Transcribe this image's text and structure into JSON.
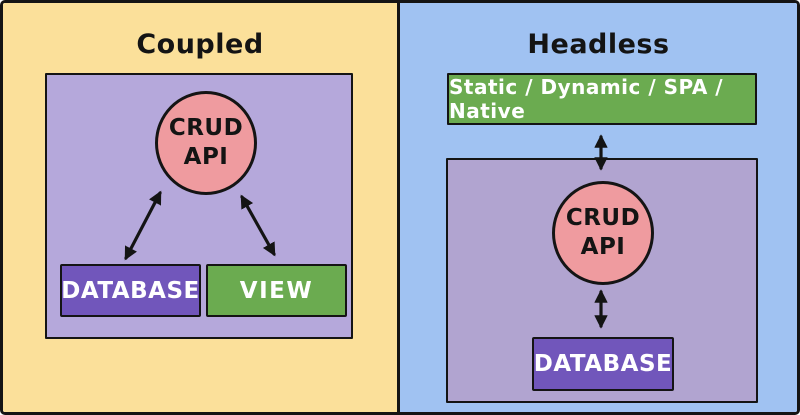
{
  "left_panel": {
    "title": "Coupled",
    "api_line1": "CRUD",
    "api_line2": "API",
    "database_label": "DATABASE",
    "view_label": "VIEW"
  },
  "right_panel": {
    "title": "Headless",
    "frontends_label": "Static / Dynamic / SPA / Native",
    "api_line1": "CRUD",
    "api_line2": "API",
    "database_label": "DATABASE"
  },
  "colors": {
    "left_background": "#FBE09A",
    "right_background": "#A0C2F2",
    "container_purple_left": "#B5A8DB",
    "container_purple_right": "#B1A4D0",
    "api_circle_pink": "#EF9B9F",
    "database_purple": "#7156BB",
    "view_green": "#6BAB50",
    "frontends_green": "#6BAB50",
    "outline_black": "#141414",
    "text_white": "#FFFFFF"
  }
}
